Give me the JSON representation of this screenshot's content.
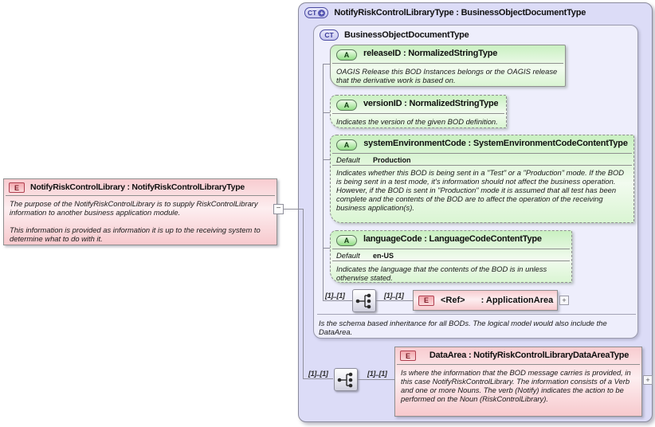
{
  "diagram": {
    "left_element": {
      "badge": "E",
      "title": "NotifyRiskControlLibrary : NotifyRiskControlLibraryType",
      "paragraphs": [
        "The purpose of the NotifyRiskControlLibrary is to supply RiskControlLibrary information to another business application module.",
        "This information is provided as information it is up to the receiving system to determine what to do with it."
      ],
      "collapse_symbol": "−"
    },
    "complex_type": {
      "badge": "CT",
      "badge_plus": "+",
      "title": "NotifyRiskControlLibraryType : BusinessObjectDocumentType",
      "base": {
        "badge": "CT",
        "title": "BusinessObjectDocumentType",
        "attributes": [
          {
            "badge": "A",
            "title": "releaseID : NormalizedStringType",
            "description": "OAGIS Release this BOD Instances belongs or the OAGIS release that the derivative work is based on."
          },
          {
            "badge": "A",
            "title": "versionID : NormalizedStringType",
            "description": "Indicates the version of the given BOD definition."
          },
          {
            "badge": "A",
            "title": "systemEnvironmentCode : SystemEnvironmentCodeContentType",
            "default_label": "Default",
            "default_value": "Production",
            "description": "Indicates whether this BOD is being sent in a \"Test\" or a \"Production\" mode. If the BOD is being sent in a test mode, it's information should not affect the business operation. However, if the BOD is sent in \"Production\" mode it is assumed that all test has been complete and the contents of the BOD are to affect the operation of the receiving business application(s)."
          },
          {
            "badge": "A",
            "title": "languageCode : LanguageCodeContentType",
            "default_label": "Default",
            "default_value": "en-US",
            "description": "Indicates the language that the contents of the BOD is in unless otherwise stated."
          }
        ],
        "application_area_row": {
          "cardinality_left": "[1]..[1]",
          "cardinality_right": "[1]..[1]",
          "element": {
            "badge": "E",
            "name": "<Ref>",
            "type": ": ApplicationArea",
            "expand_symbol": "+"
          }
        },
        "note": "Is the schema based inheritance for all BODs. The logical model would also include the DataArea."
      },
      "data_area_row": {
        "cardinality_left": "[1]..[1]",
        "cardinality_right": "[1]..[1]",
        "element": {
          "badge": "E",
          "title": "DataArea : NotifyRiskControlLibraryDataAreaType",
          "description": "Is where the information that the BOD message carries is provided, in this case NotifyRiskControlLibrary. The information consists of a Verb and one or more Nouns. The verb (Notify) indicates the action to be performed on the Noun (RiskControlLibrary).",
          "expand_symbol": "+"
        }
      }
    },
    "colors": {
      "element_pink": "#f8ccd0",
      "attribute_green": "#c9f0c1",
      "container_lavender": "#dcdcf7",
      "inner_lavender": "#eeeefc"
    }
  }
}
